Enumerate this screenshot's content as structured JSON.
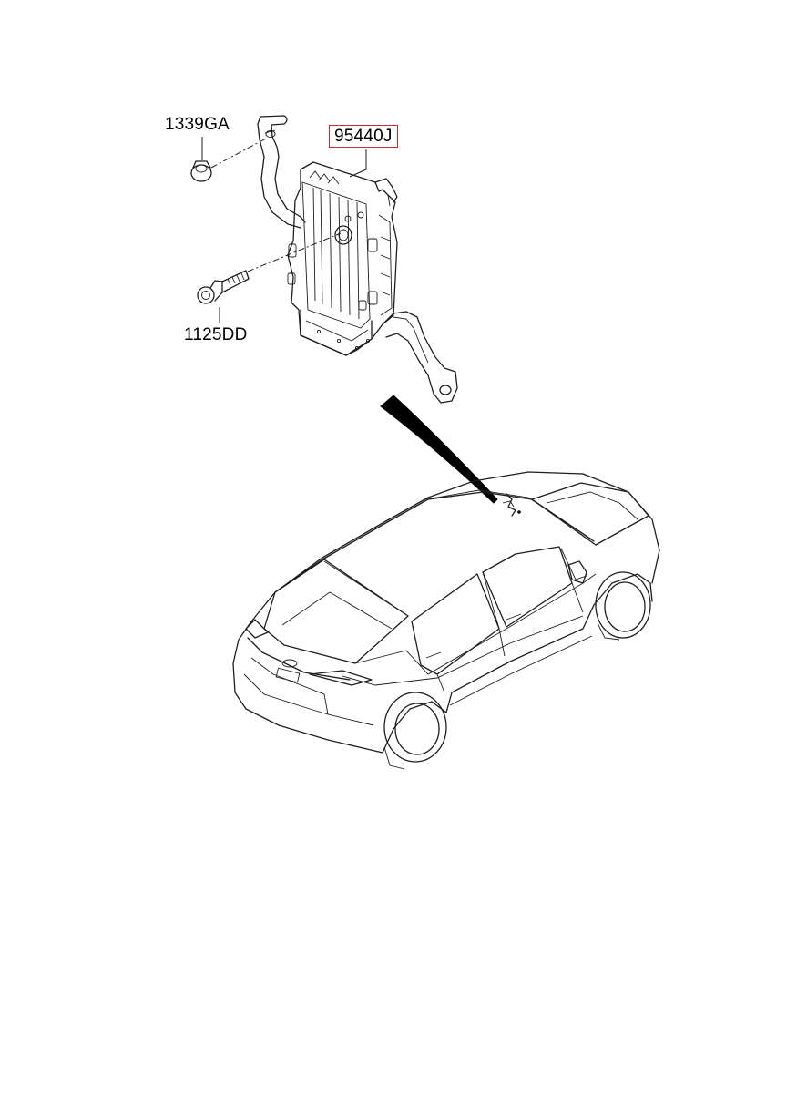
{
  "labels": {
    "nut": "1339GA",
    "module": "95440J",
    "bolt": "1125DD"
  },
  "colors": {
    "line": "#1e1e1e",
    "highlight_box": "#d0282c",
    "background": "#ffffff"
  }
}
